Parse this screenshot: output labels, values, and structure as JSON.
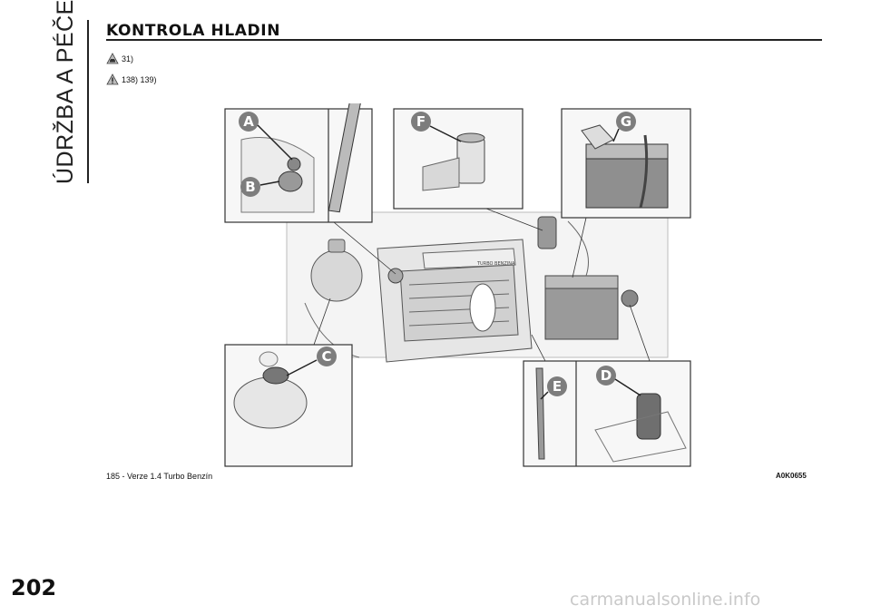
{
  "section": {
    "title": "ÚDRŽBA A PÉČE"
  },
  "heading": {
    "title": "KONTROLA HLADIN"
  },
  "references": [
    {
      "icon": "car-warning-icon",
      "text": "31)"
    },
    {
      "icon": "warning-triangle-icon",
      "text": "138) 139)"
    }
  ],
  "figure": {
    "caption": "185 - Verze 1.4 Turbo Benzín",
    "code": "A0K0655",
    "callouts": [
      "A",
      "B",
      "C",
      "D",
      "E",
      "F",
      "G"
    ],
    "engine_text": [
      "TURBO BENZINA"
    ]
  },
  "page": {
    "number": "202"
  },
  "watermark": {
    "text": "carmanualsonline.info"
  }
}
